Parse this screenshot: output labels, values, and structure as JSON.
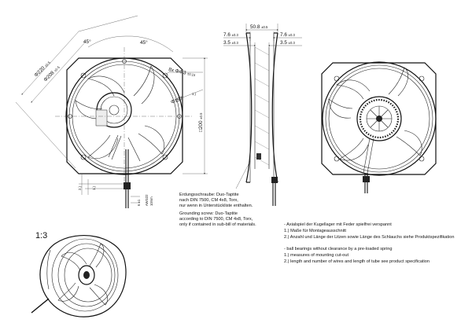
{
  "dimensions": {
    "d220": "Φ220",
    "tol220": "±0.5",
    "d208": "Φ208",
    "tol208": "±0.5",
    "a45_left": "45°",
    "a45_right": "45°",
    "holes": "8x Φ4.3",
    "tolholes": "±0.15",
    "d197": "Φ197",
    "note_ref1": "1.)",
    "sq200": "□200",
    "tol200": "±0.5",
    "lead2": "2.)",
    "lead1": "1.)",
    "d6": "6",
    "tol6": "±1",
    "strand": "AWG22",
    "strand2": "10mm",
    "w508": "50.8",
    "tolw508": "±0.5",
    "w76a": "7.6",
    "tol76a": "±0.3",
    "w35a": "3.5",
    "tol35a": "±0.3",
    "w76b": "7.6",
    "tol76b": "±0.3",
    "w35b": "3.5",
    "tol35b": "±0.3"
  },
  "scale_label": "1:3",
  "ground_note_de": [
    "Erdungsschraube: Duo-Taptite",
    "nach DIN 7500, CM 4x8, Torx,",
    "nur wenn in Unterstückliste enthalten."
  ],
  "ground_note_en": [
    "Grounding screw: Duo-Taptite",
    "according to DIN 7500, CM 4x8, Torx,",
    "only if contained in sub-bill of materials."
  ],
  "notes_de": [
    "-  Axialspiel der Kugellager mit Feder spielfrei verspannt",
    "1.) Maße für Montageausschnitt",
    "2.) Anzahl und Länge der Litzen sowie Länge des Schlauchs siehe Produktspezifikation"
  ],
  "notes_en": [
    "-  ball bearings without clearance by a pre-loaded spring",
    "1.) measures of mounting cut-out",
    "2.) length and number of wires and length of tube see product specification"
  ]
}
